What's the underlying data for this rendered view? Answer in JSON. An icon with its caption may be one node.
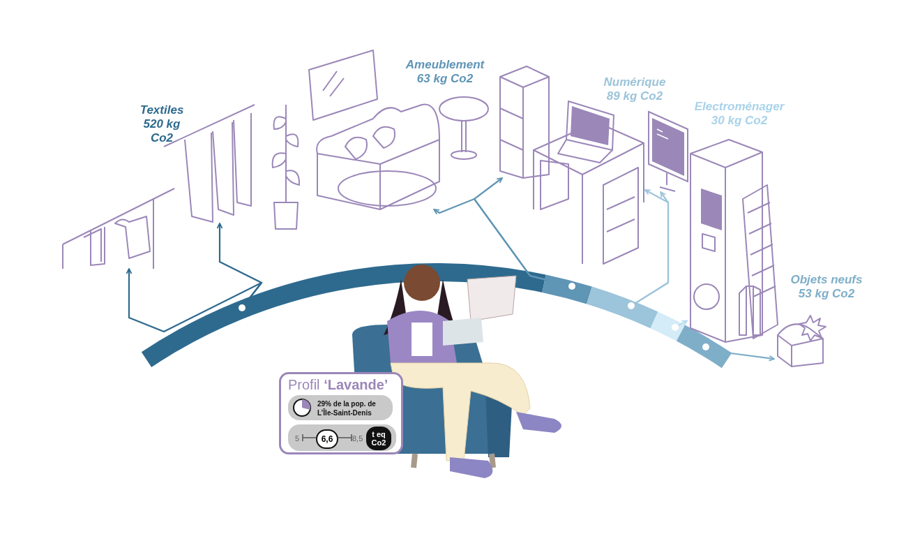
{
  "diagram": {
    "nodes": [
      {
        "text": [],
        "shape": "picture"
      },
      {
        "text": [],
        "shape": "picture"
      },
      {
        "text": [],
        "shape": "picture"
      },
      {
        "text": [],
        "shape": "picture"
      },
      {
        "text": [],
        "shape": "picture"
      },
      {
        "text": [],
        "shape": "picture"
      },
      {
        "text": [],
        "shape": "picture"
      },
      {
        "text": [],
        "shape": "picture"
      },
      {
        "text": [],
        "shape": "circle"
      },
      {
        "text": [],
        "shape": "circle"
      },
      {
        "text": [],
        "shape": "circle"
      },
      {
        "text": [],
        "shape": "circle"
      },
      {
        "text": [],
        "shape": "circle"
      },
      {
        "text": [
          "Profil **‘Lavande’**",
          "29% de la pop. de L’Île-Saint-Denis",
          "5",
          "6,6",
          "8,5",
          "t eq Co2"
        ]
      }
    ],
    "edges": [
      {
        "from": 8,
        "to": 0,
        "arrow": "to",
        "color": "#2e6a8e"
      },
      {
        "from": 8,
        "to": 1,
        "arrow": "to",
        "color": "#2e6a8e"
      },
      {
        "from": 9,
        "to": 2,
        "arrow": "to",
        "color": "#5f95b5"
      },
      {
        "from": 9,
        "to": 3,
        "arrow": "to",
        "color": "#5f95b5"
      },
      {
        "from": 10,
        "to": 4,
        "arrow": "to",
        "color": "#9cc4da"
      },
      {
        "from": 10,
        "to": 5,
        "arrow": "to",
        "color": "#9cc4da"
      },
      {
        "from": 11,
        "to": 6,
        "arrow": "to",
        "color": "#b6dcef"
      },
      {
        "from": 12,
        "to": 7,
        "arrow": "to",
        "color": "#7faec8"
      }
    ],
    "labels": [
      "Ameublement 63 kg Co2",
      "Numérique 89 kg Co2",
      "Electroménager 30 kg Co2",
      "Textiles 520 kg Co2",
      "Objets neufs 53 kg Co2"
    ]
  }
}
